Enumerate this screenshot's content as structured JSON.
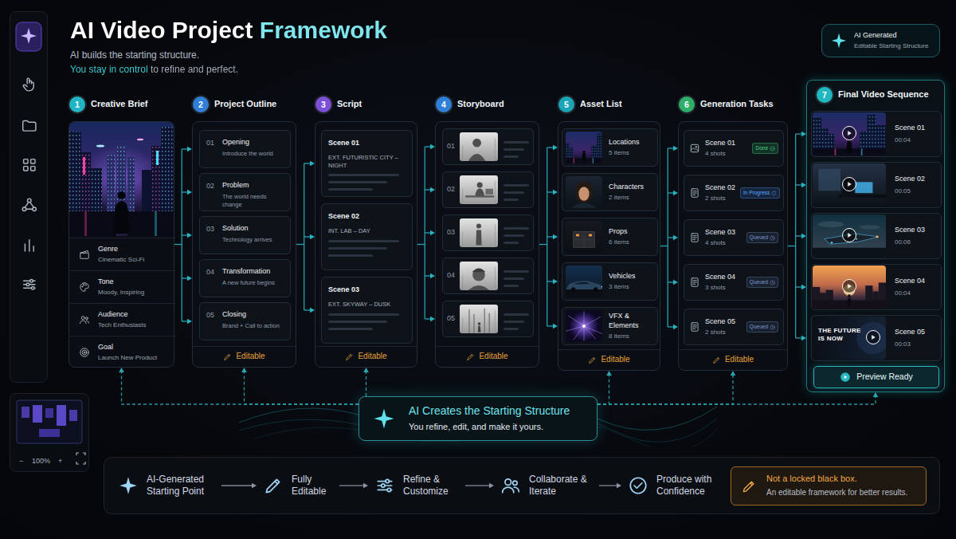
{
  "diagram": {
    "title": "AI Video Project Framework",
    "nodes": [
      {
        "text": [
          "AI Generated",
          "Editable Starting Structure"
        ]
      },
      {
        "text": [
          "1",
          "Creative Brief"
        ]
      },
      {
        "text": [
          "Genre",
          "Cinematic Sci-Fi"
        ],
        "in": 1
      },
      {
        "text": [
          "Tone",
          "Moody, Inspiring"
        ],
        "in": 1
      },
      {
        "text": [
          "Audience",
          "Tech Enthusiasts"
        ],
        "in": 1
      },
      {
        "text": [
          "Goal",
          "Launch New Product"
        ],
        "in": 1
      },
      {
        "text": [
          "2",
          "Project Outline",
          "Editable"
        ]
      },
      {
        "text": [
          "01",
          "Opening",
          "Introduce the world"
        ],
        "in": 6
      },
      {
        "text": [
          "02",
          "Problem",
          "The world needs change"
        ],
        "in": 6
      },
      {
        "text": [
          "03",
          "Solution",
          "Technology arrives"
        ],
        "in": 6
      },
      {
        "text": [
          "04",
          "Transformation",
          "A new future begins"
        ],
        "in": 6
      },
      {
        "text": [
          "05",
          "Closing",
          "Brand + Call to action"
        ],
        "in": 6
      },
      {
        "text": [
          "3",
          "Script",
          "Editable"
        ]
      },
      {
        "text": [
          "Scene 01",
          "EXT. FUTURISTIC CITY – NIGHT"
        ],
        "in": 12
      },
      {
        "text": [
          "Scene 02",
          "INT. LAB – DAY"
        ],
        "in": 12
      },
      {
        "text": [
          "Scene 03",
          "EXT. SKYWAY – DUSK"
        ],
        "in": 12
      },
      {
        "text": [
          "4",
          "Storyboard",
          "Editable"
        ]
      },
      {
        "text": [
          "01"
        ],
        "in": 16
      },
      {
        "text": [
          "02"
        ],
        "in": 16
      },
      {
        "text": [
          "03"
        ],
        "in": 16
      },
      {
        "text": [
          "04"
        ],
        "in": 16
      },
      {
        "text": [
          "05"
        ],
        "in": 16
      },
      {
        "text": [
          "5",
          "Asset List",
          "Editable"
        ]
      },
      {
        "text": [
          "Locations",
          "5 items"
        ],
        "in": 22
      },
      {
        "text": [
          "Characters",
          "2 items"
        ],
        "in": 22
      },
      {
        "text": [
          "Props",
          "6 items"
        ],
        "in": 22
      },
      {
        "text": [
          "Vehicles",
          "3 items"
        ],
        "in": 22
      },
      {
        "text": [
          "VFX & Elements",
          "8 items"
        ],
        "in": 22
      },
      {
        "text": [
          "6",
          "Generation Tasks",
          "Editable"
        ]
      },
      {
        "text": [
          "Scene 01",
          "4 shots",
          "Done"
        ],
        "in": 28
      },
      {
        "text": [
          "Scene 02",
          "2 shots",
          "In Progress"
        ],
        "in": 28
      },
      {
        "text": [
          "Scene 03",
          "4 shots",
          "Queued"
        ],
        "in": 28
      },
      {
        "text": [
          "Scene 04",
          "3 shots",
          "Queued"
        ],
        "in": 28
      },
      {
        "text": [
          "Scene 05",
          "2 shots",
          "Queued"
        ],
        "in": 28
      },
      {
        "text": [
          "7",
          "Final Video Sequence"
        ]
      },
      {
        "text": [
          "Scene 01",
          "00:04"
        ],
        "in": 34
      },
      {
        "text": [
          "Scene 02",
          "00:05"
        ],
        "in": 34
      },
      {
        "text": [
          "Scene 03",
          "00:06"
        ],
        "in": 34
      },
      {
        "text": [
          "Scene 04",
          "00:04"
        ],
        "in": 34
      },
      {
        "text": [
          "Scene 05",
          "00:03"
        ],
        "in": 34
      },
      {
        "text": [
          "Preview Ready"
        ],
        "in": 34
      },
      {
        "text": [
          "AI Creates the Starting Structure",
          "You refine, edit, and make it yours."
        ]
      },
      {
        "text": [
          "AI-Generated Starting Point"
        ]
      },
      {
        "text": [
          "Fully Editable"
        ]
      },
      {
        "text": [
          "Refine & Customize"
        ]
      },
      {
        "text": [
          "Collaborate & Iterate"
        ]
      },
      {
        "text": [
          "Produce with Confidence"
        ]
      },
      {
        "text": [
          "Not a locked black box.",
          "An editable framework for better results."
        ]
      }
    ],
    "edges": [
      {
        "from": 1,
        "to": 6,
        "arrow": "to"
      },
      {
        "from": 6,
        "to": 12,
        "arrow": "to"
      },
      {
        "from": 12,
        "to": 16,
        "arrow": "to"
      },
      {
        "from": 16,
        "to": 22,
        "arrow": "to"
      },
      {
        "from": 22,
        "to": 28,
        "arrow": "to"
      },
      {
        "from": 28,
        "to": 34,
        "arrow": "to"
      },
      {
        "from": 41,
        "to": 1,
        "arrow": "to"
      },
      {
        "from": 41,
        "to": 6,
        "arrow": "to"
      },
      {
        "from": 41,
        "to": 12,
        "arrow": "to"
      },
      {
        "from": 41,
        "to": 22,
        "arrow": "to"
      },
      {
        "from": 41,
        "to": 28,
        "arrow": "to"
      },
      {
        "from": 41,
        "to": 34,
        "arrow": "to"
      },
      {
        "from": 42,
        "to": 43,
        "arrow": "to"
      },
      {
        "from": 43,
        "to": 44,
        "arrow": "to"
      },
      {
        "from": 44,
        "to": 45,
        "arrow": "to"
      },
      {
        "from": 45,
        "to": 46,
        "arrow": "to"
      }
    ],
    "labels": [
      "AI builds the starting structure.",
      "You stay in control to refine and perfect.",
      "THE FUTURE IS NOW",
      "−",
      "100%",
      "+"
    ]
  }
}
